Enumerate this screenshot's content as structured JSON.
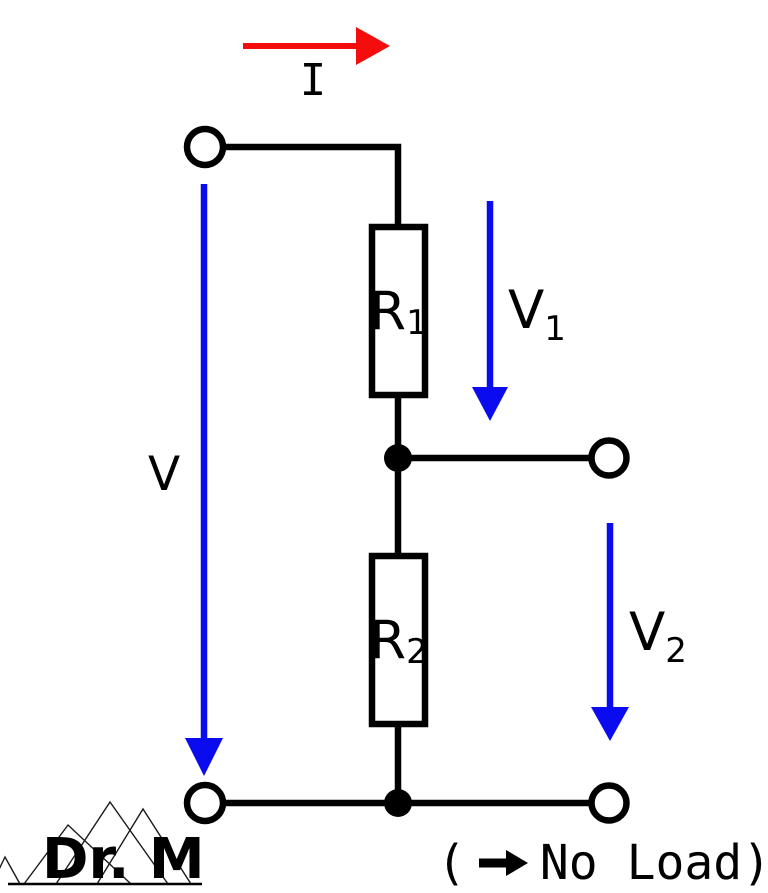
{
  "diagram": {
    "type": "circuit-schematic",
    "colors": {
      "wire": "#000000",
      "current_arrow": "#f50c0c",
      "voltage_arrow": "#0b0bef",
      "component_fill": "#ffffff",
      "text": "#000000"
    },
    "labels": {
      "current": "I",
      "source_voltage": "V",
      "resistor1": {
        "base": "R",
        "sub": "1"
      },
      "resistor2": {
        "base": "R",
        "sub": "2"
      },
      "voltage1": {
        "base": "V",
        "sub": "1"
      },
      "voltage2": {
        "base": "V",
        "sub": "2"
      }
    },
    "icons": {
      "current_direction": "red-right-arrow",
      "source_voltage_direction": "blue-down-arrow",
      "v1_direction": "blue-down-arrow",
      "v2_direction": "blue-down-arrow",
      "no_load_arrow": "black-right-arrow",
      "watermark_logo": "mountain-peaks"
    },
    "watermark": {
      "text": "Dr. M"
    },
    "annotation": {
      "prefix": "(",
      "text": "No Load)"
    }
  }
}
